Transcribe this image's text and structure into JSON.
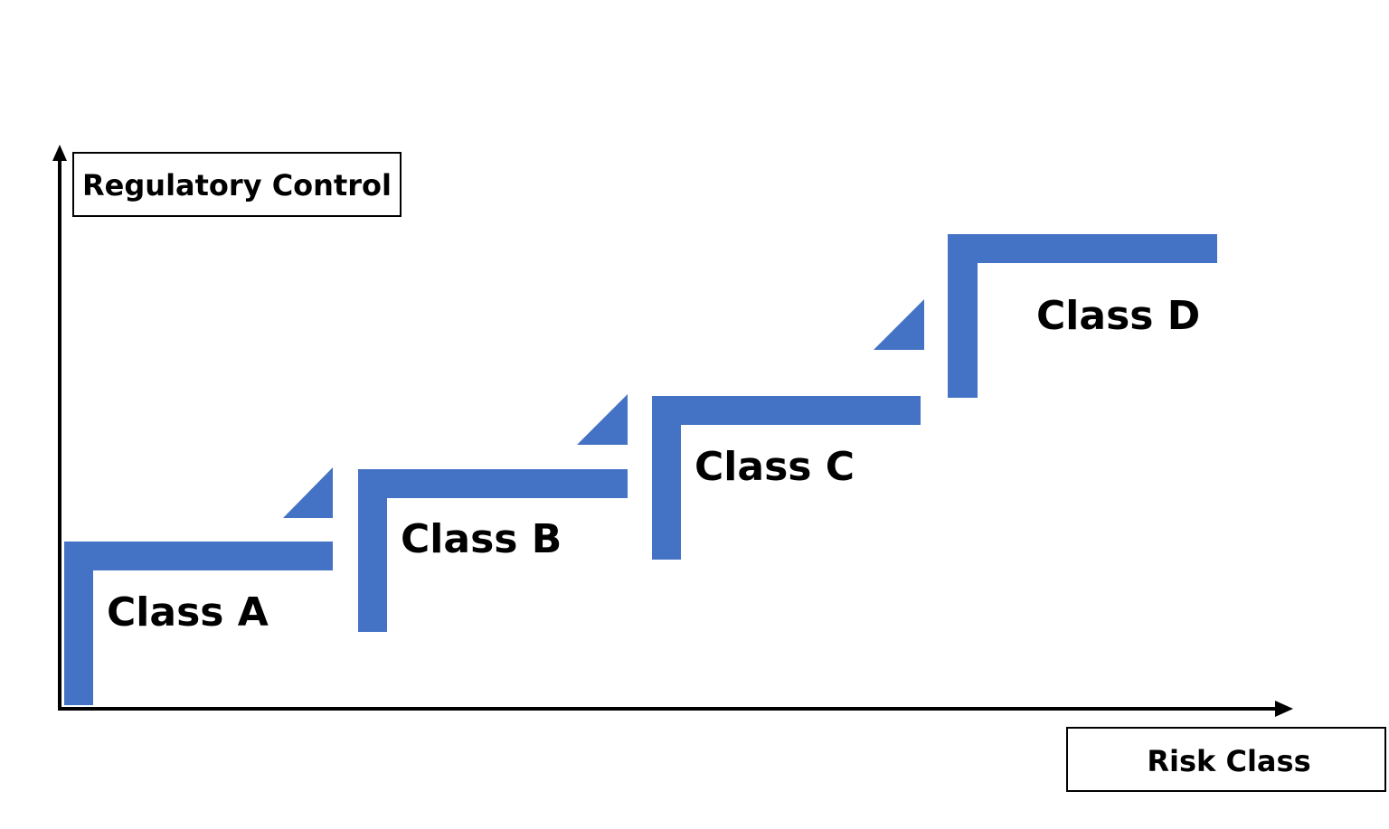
{
  "axes": {
    "y_label": "Regulatory Control",
    "x_label": "Risk Class"
  },
  "steps": [
    {
      "label": "Class A"
    },
    {
      "label": "Class B"
    },
    {
      "label": "Class C"
    },
    {
      "label": "Class D"
    }
  ],
  "colors": {
    "step": "#4472c4",
    "axis": "#000000",
    "background": "#ffffff"
  }
}
